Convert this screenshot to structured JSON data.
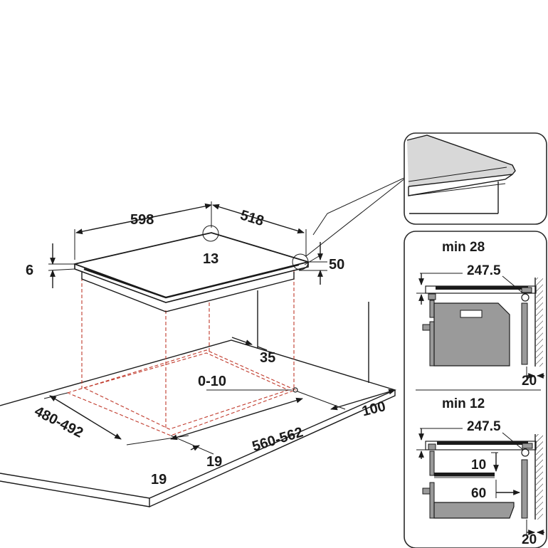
{
  "main_diagram": {
    "hob_width": "598",
    "hob_depth": "518",
    "corner_radius": "13",
    "glass_thickness": "6",
    "hob_height": "50",
    "front_edge_clearance": "35",
    "worktop_thickness_range": "0-10",
    "rear_wall_clearance": "100",
    "cutout_depth": "480-492",
    "cutout_width": "560-562",
    "front_offset_a": "19",
    "front_offset_b": "19"
  },
  "detail_top": {
    "min_height": "min 28",
    "depth": "247.5",
    "wall_gap": "20"
  },
  "detail_bottom": {
    "min_height": "min 12",
    "depth": "247.5",
    "gap_vertical": "10",
    "gap_horizontal": "60",
    "wall_gap": "20"
  },
  "colors": {
    "line": "#1a1a1a",
    "dashed_cutout": "#c0392b",
    "appliance_fill": "#9a9a9a",
    "panel_border": "#2a2a2a"
  }
}
